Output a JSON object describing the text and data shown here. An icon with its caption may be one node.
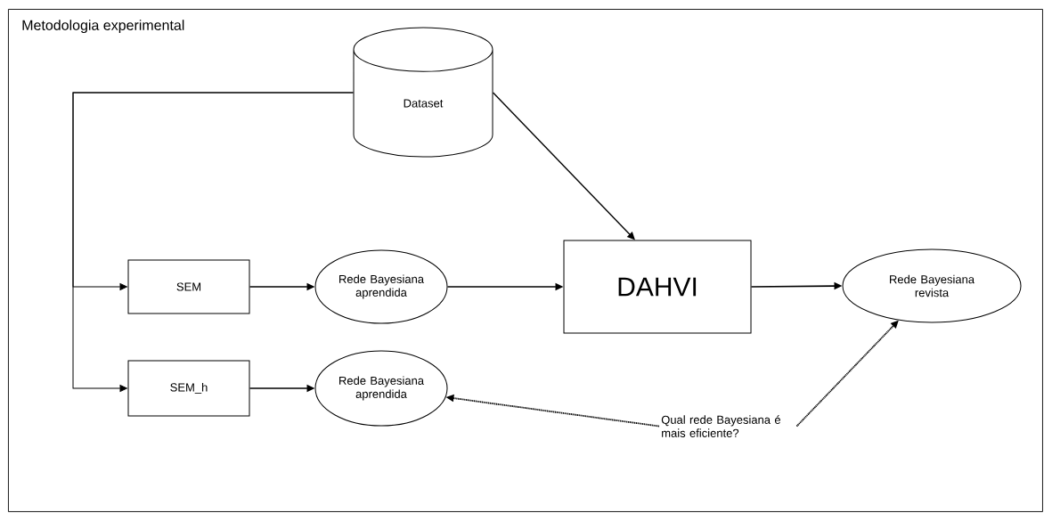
{
  "diagram": {
    "nodes": [
      {
        "text": [
          "Metodologia experimental"
        ]
      },
      {
        "text": [
          "Dataset"
        ],
        "in": 0
      },
      {
        "text": [
          "SEM"
        ],
        "in": 0
      },
      {
        "text": [
          "Rede Bayesiana aprendida"
        ],
        "in": 0
      },
      {
        "text": [
          "DAHVI"
        ],
        "in": 0
      },
      {
        "text": [
          "Rede Bayesiana revista"
        ],
        "in": 0
      },
      {
        "text": [
          "SEM_h"
        ],
        "in": 0
      },
      {
        "text": [
          "Rede Bayesiana aprendida"
        ],
        "in": 0
      },
      {
        "text": [
          "Qual rede Bayesiana é mais eficiente?"
        ],
        "in": 0
      }
    ],
    "edges": [
      {
        "from": 1,
        "to": 2,
        "arrow": "to"
      },
      {
        "from": 1,
        "to": 6,
        "arrow": "to"
      },
      {
        "from": 1,
        "to": 4,
        "arrow": "to"
      },
      {
        "from": 2,
        "to": 3,
        "arrow": "to"
      },
      {
        "from": 3,
        "to": 4,
        "arrow": "to"
      },
      {
        "from": 4,
        "to": 5,
        "arrow": "to"
      },
      {
        "from": 6,
        "to": 7,
        "arrow": "to"
      },
      {
        "from": 8,
        "to": 7,
        "arrow": "to",
        "style": "dashed"
      },
      {
        "from": 8,
        "to": 5,
        "arrow": "to",
        "style": "dashed"
      }
    ]
  }
}
